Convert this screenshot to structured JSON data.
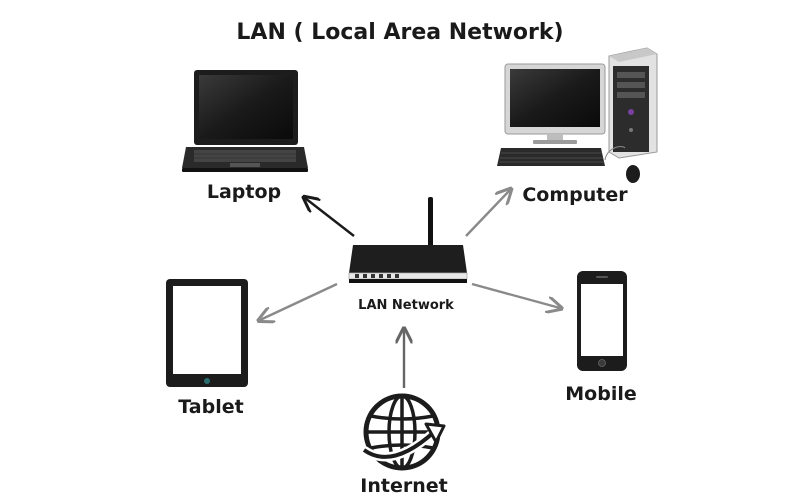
{
  "diagram": {
    "title": "LAN ( Local Area Network)",
    "nodes": {
      "laptop": {
        "label": "Laptop"
      },
      "computer": {
        "label": "Computer"
      },
      "router": {
        "label": "LAN Network"
      },
      "tablet": {
        "label": "Tablet"
      },
      "mobile": {
        "label": "Mobile"
      },
      "internet": {
        "label": "Internet"
      }
    },
    "edges": [
      {
        "from": "router",
        "to": "laptop",
        "color": "#1a1a1a"
      },
      {
        "from": "router",
        "to": "computer",
        "color": "#8a8a8a"
      },
      {
        "from": "router",
        "to": "tablet",
        "color": "#8a8a8a"
      },
      {
        "from": "router",
        "to": "mobile",
        "color": "#8a8a8a"
      },
      {
        "from": "internet",
        "to": "router",
        "color": "#666666"
      }
    ]
  },
  "colors": {
    "text": "#1a1a1a",
    "device_dark": "#1c1c1c",
    "device_mid": "#444444",
    "device_light": "#cfcfcf",
    "screen_gradient_top": "#3a3a3a",
    "screen_gradient_bottom": "#0a0a0a"
  }
}
